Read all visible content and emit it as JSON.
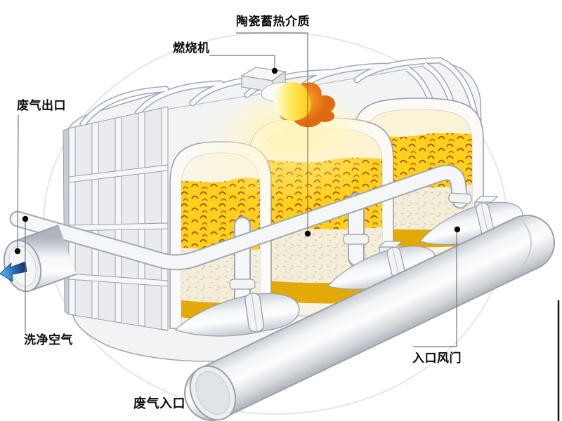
{
  "diagram": {
    "labels": {
      "ceramic_media": {
        "text": "陶瓷蓄热介质"
      },
      "burner": {
        "text": "燃烧机"
      },
      "waste_gas_outlet": {
        "text": "废气出口"
      },
      "clean_air": {
        "text": "洗净空气"
      },
      "inlet_damper": {
        "text": "入口风门"
      },
      "waste_gas_inlet": {
        "text": "废气入口"
      }
    },
    "colors": {
      "ceramic_bed_yellow": "#ffd11c",
      "ceramic_fleck_orange": "#b14e00",
      "bed_cream": "#f3edda",
      "bed_gold": "#e2a907",
      "flame_orange": "#e87b1d",
      "flame_yellow": "#ffdf3a",
      "machine_body": "#f1f3f5",
      "pipe_fill": "#f4f6f8",
      "pipe_outline": "#a2a8b0",
      "arrow_blue_dark": "#14306e",
      "arrow_blue_light": "#55bdf0",
      "leader_line": "#767676",
      "label_text": "#0e0e0e",
      "background_circle": "#e6e6e8"
    }
  }
}
